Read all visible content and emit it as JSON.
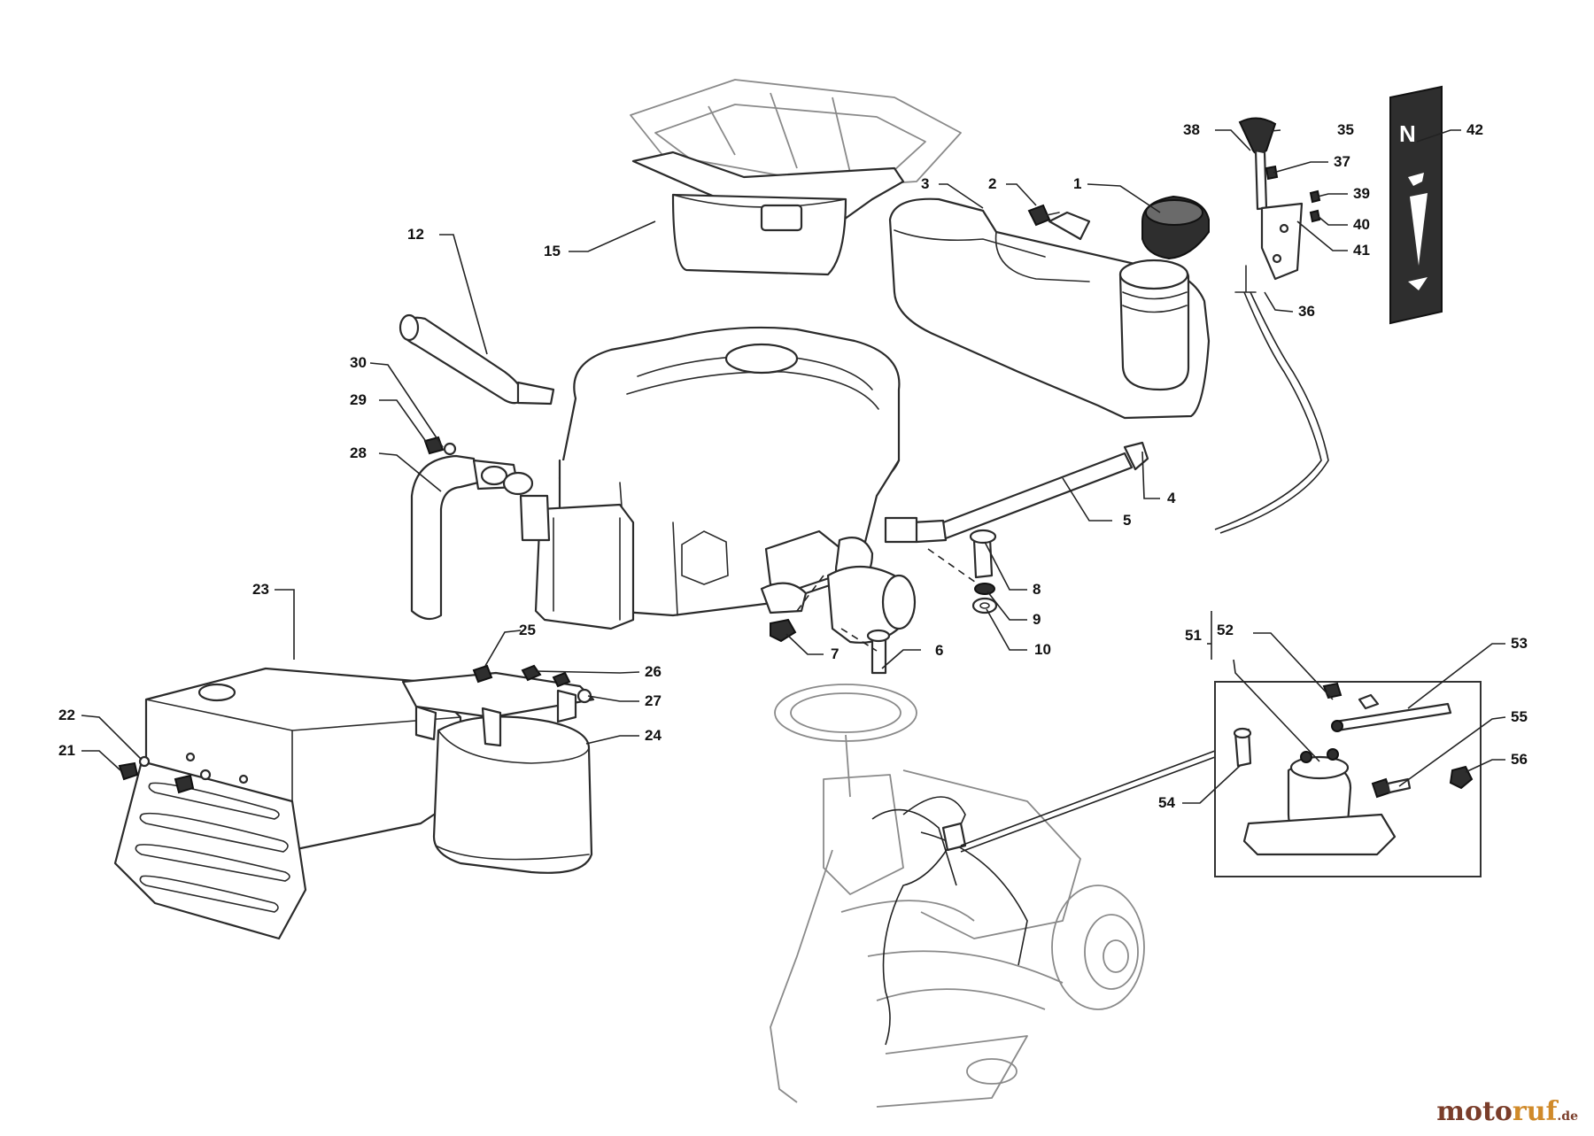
{
  "callouts": {
    "c1": "1",
    "c2": "2",
    "c3": "3",
    "c4": "4",
    "c5": "5",
    "c6": "6",
    "c7": "7",
    "c8": "8",
    "c9": "9",
    "c10": "10",
    "c12": "12",
    "c15": "15",
    "c21": "21",
    "c22": "22",
    "c23": "23",
    "c24": "24",
    "c25": "25",
    "c26": "26",
    "c27": "27",
    "c28": "28",
    "c29": "29",
    "c30": "30",
    "c35": "35",
    "c36": "36",
    "c37": "37",
    "c38": "38",
    "c39": "39",
    "c40": "40",
    "c41": "41",
    "c42": "42",
    "c51": "51",
    "c52": "52",
    "c53": "53",
    "c54": "54",
    "c55": "55",
    "c56": "56"
  },
  "decal": {
    "letter": "N"
  },
  "watermark": {
    "brand_a": "moto",
    "brand_b": "ruf",
    "suffix": ".de"
  }
}
